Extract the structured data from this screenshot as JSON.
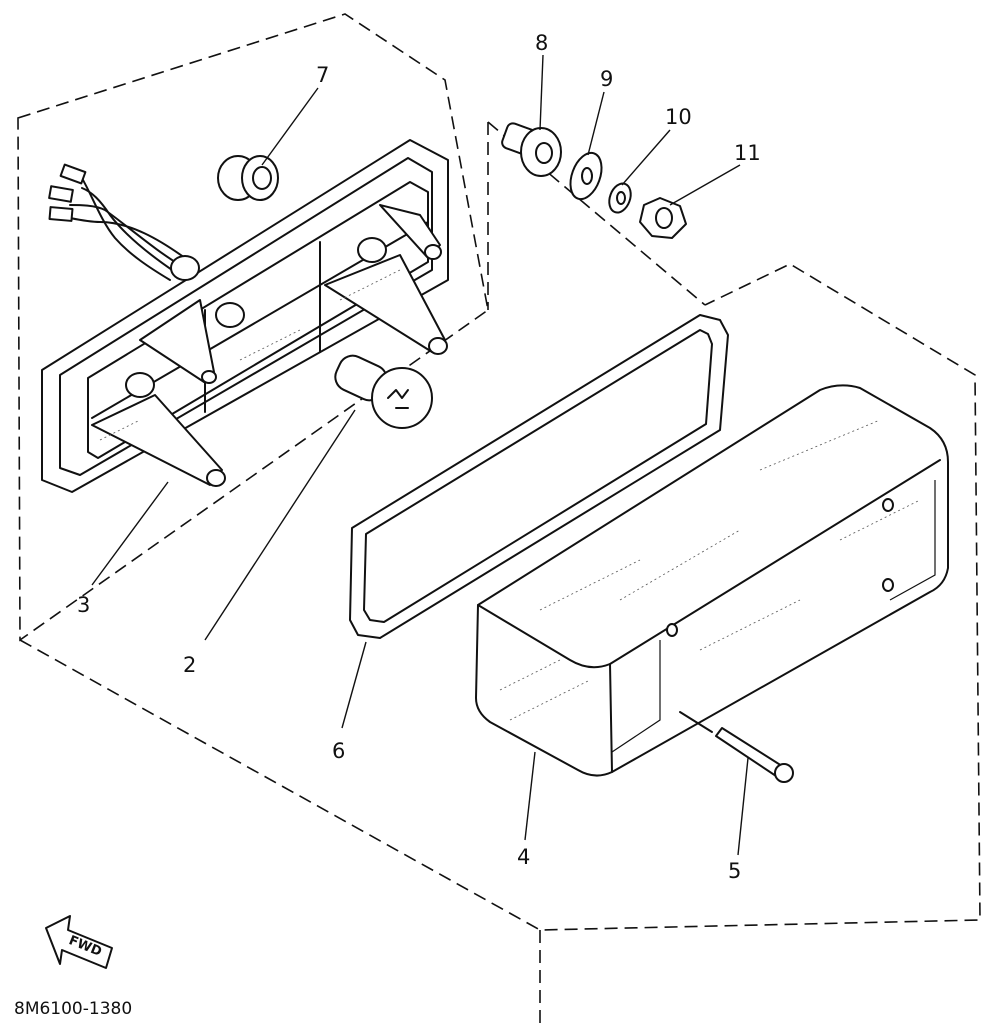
{
  "diagram": {
    "callouts": {
      "n1": "2",
      "n2": "3",
      "n3": "4",
      "n4": "5",
      "n5": "6",
      "n6": "7",
      "n7": "8",
      "n8": "9",
      "n9": "10",
      "n10": "11"
    },
    "direction_label": "FWD",
    "drawing_code": "8M6100-1380"
  },
  "colors": {
    "ink": "#111111",
    "paper": "#ffffff"
  }
}
